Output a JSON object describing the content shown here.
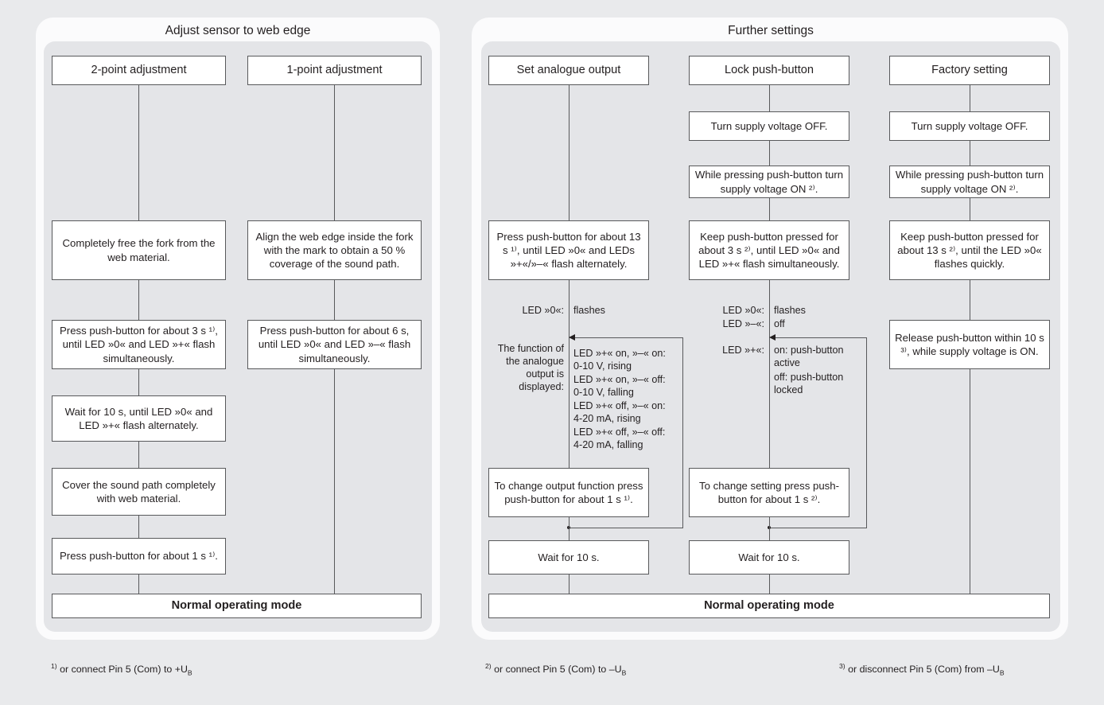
{
  "diagram": {
    "title_left": "Adjust sensor to web edge",
    "title_right": "Further settings",
    "normal_mode_left": "Normal operating mode",
    "normal_mode_right": "Normal operating mode"
  },
  "columns": {
    "two_point": {
      "header": "2-point adjustment",
      "steps": [
        "Completely free the fork from\nthe web material.",
        "Press push-button for about\n3 s ¹⁾, until LED »0« and\nLED »+« flash simultaneously.",
        "Wait for 10 s, until LED »0« and\nLED »+« flash alternately.",
        "Cover the sound path\ncompletely with web material.",
        "Press push-button\nfor about 1 s ¹⁾."
      ]
    },
    "one_point": {
      "header": "1-point adjustment",
      "steps": [
        "Align the web edge inside the\nfork with the mark to obtain a\n50 % coverage of the sound\npath.",
        "Press push-button for about 6 s,\nuntil LED »0« and LED »–«\nflash simultaneously."
      ]
    },
    "analogue": {
      "header": "Set analogue output",
      "step_main": "Press push-button for about\n13 s ¹⁾, until LED »0«\nand LEDs  »+«/»–«\nflash alternately.",
      "step_change": "To change output function\npress push-button for\nabout 1 s ¹⁾.",
      "step_wait": "Wait for 10 s.",
      "led_zero_label": "LED »0«:",
      "led_zero_value": "flashes",
      "function_label": "The function of\nthe analogue\noutput is\ndisplayed:",
      "function_rows": [
        "LED »+« on, »–« on:\n0-10 V, rising",
        "LED »+« on, »–« off:\n0-10 V, falling",
        "LED »+« off, »–« on:\n4-20 mA, rising",
        "LED »+« off, »–« off:\n4-20 mA, falling"
      ]
    },
    "lock": {
      "header": "Lock push-button",
      "steps": [
        "Turn supply voltage OFF.",
        "While pressing push-button\nturn supply voltage ON ²⁾.",
        "Keep push-button pressed\nfor  about 3 s ²⁾, until\nLED »0« and LED »+«\nflash simultaneously."
      ],
      "step_change": "To change setting press\npush-button for about 1 s ²⁾.",
      "step_wait": "Wait for 10 s.",
      "led_zero_label": "LED »0«:",
      "led_zero_value": "flashes",
      "led_minus_label": "LED »–«:",
      "led_minus_value": "off",
      "led_plus_label": "LED »+«:",
      "led_plus_on": "on:  push-button\n      active",
      "led_plus_off": "off: push-button\n      locked"
    },
    "factory": {
      "header": "Factory setting",
      "steps": [
        "Turn supply voltage OFF.",
        "While pressing push-button\nturn supply voltage ON ²⁾.",
        "Keep push-button pressed for\nabout 13 s ²⁾, until the\nLED »0« flashes quickly.",
        "Release push-button within\n10 s ³⁾, while supply voltage\nis ON."
      ]
    }
  },
  "footnotes": {
    "fn1_marker": "1)",
    "fn1_text": "or connect Pin 5 (Com) to +U",
    "fn1_sub": "B",
    "fn2_marker": "2)",
    "fn2_text": "or connect Pin 5 (Com) to –U",
    "fn2_sub": "B",
    "fn3_marker": "3)",
    "fn3_text": "or disconnect Pin 5 (Com) from –U",
    "fn3_sub": "B"
  }
}
